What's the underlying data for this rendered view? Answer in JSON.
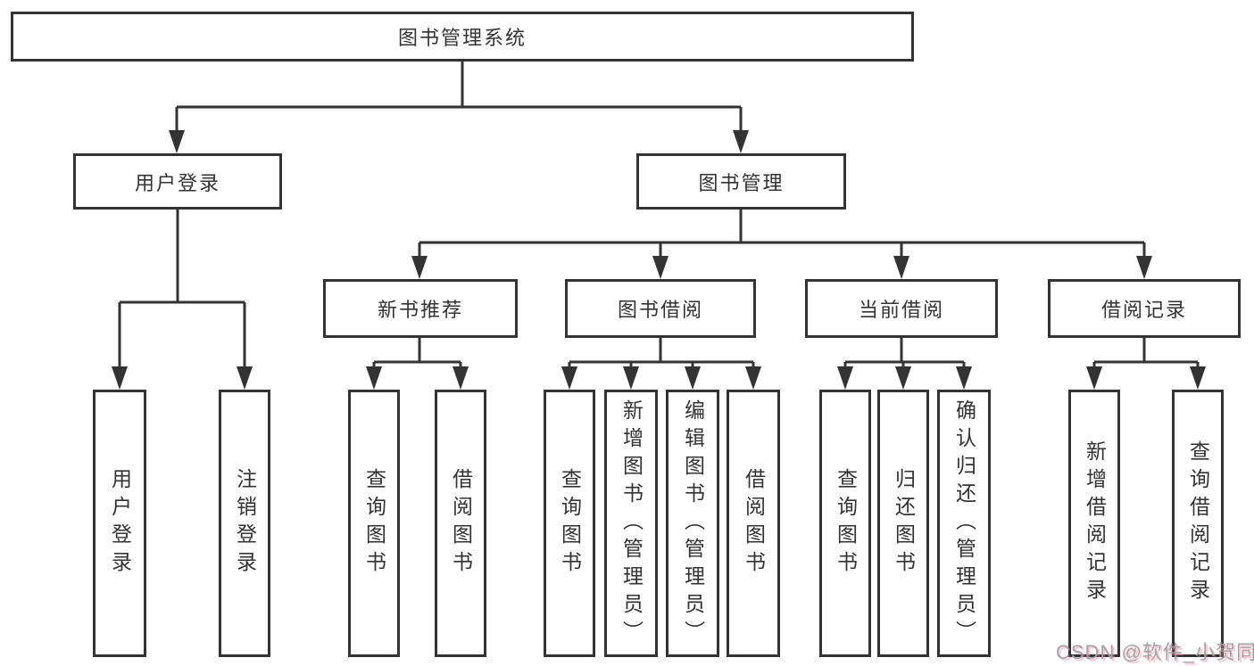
{
  "tree": {
    "label": "图书管理系统",
    "children": [
      {
        "label": "用户登录",
        "children": [
          {
            "label": "用户登录"
          },
          {
            "label": "注销登录"
          }
        ]
      },
      {
        "label": "图书管理",
        "children": [
          {
            "label": "新书推荐",
            "children": [
              {
                "label": "查询图书"
              },
              {
                "label": "借阅图书"
              }
            ]
          },
          {
            "label": "图书借阅",
            "children": [
              {
                "label": "查询图书"
              },
              {
                "label": "新增图书（管理员）"
              },
              {
                "label": "编辑图书（管理员）"
              },
              {
                "label": "借阅图书"
              }
            ]
          },
          {
            "label": "当前借阅",
            "children": [
              {
                "label": "查询图书"
              },
              {
                "label": "归还图书"
              },
              {
                "label": "确认归还（管理员）"
              }
            ]
          },
          {
            "label": "借阅记录",
            "children": [
              {
                "label": "新增借阅记录"
              },
              {
                "label": "查询借阅记录"
              }
            ]
          }
        ]
      }
    ]
  },
  "watermark": {
    "text": "CSDN @软件_小贺同学"
  },
  "colors": {
    "line": "#333333",
    "box_border": "#333333",
    "box_background": "#ffffff",
    "text": "#333333",
    "page_background": "#ffffff",
    "watermark_text": "#a3a3a3",
    "watermark_shadow": "#ff7896"
  }
}
